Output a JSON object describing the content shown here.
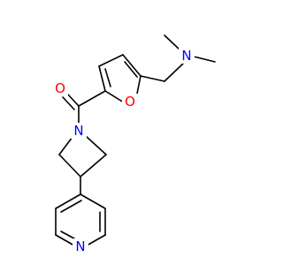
{
  "molecule": {
    "atoms": {
      "amine_n": {
        "symbol": "N",
        "color": "#0000ff"
      },
      "carbonyl_o": {
        "symbol": "O",
        "color": "#ff0000"
      },
      "furan_o": {
        "symbol": "O",
        "color": "#ff0000"
      },
      "azetidine_n": {
        "symbol": "N",
        "color": "#0000ff"
      },
      "pyridine_n": {
        "symbol": "N",
        "color": "#0000ff"
      }
    },
    "bond_color": "#000000"
  }
}
